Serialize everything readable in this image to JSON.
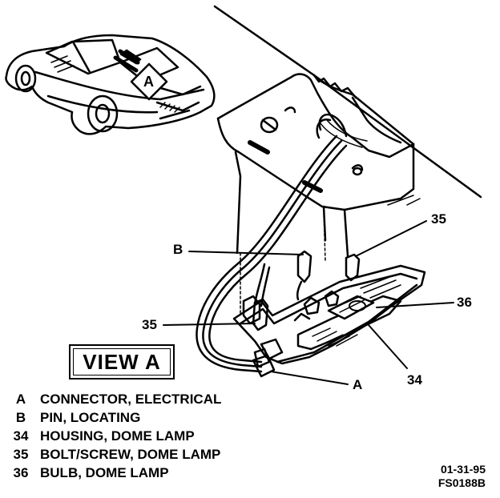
{
  "callouts": {
    "b": "B",
    "bolt_upper": "35",
    "bolt_lower": "35",
    "bulb": "36",
    "connector": "A",
    "housing": "34",
    "view_marker": "A"
  },
  "view_title": "VIEW A",
  "legend": [
    {
      "key": "A",
      "desc": "CONNECTOR, ELECTRICAL"
    },
    {
      "key": "B",
      "desc": "PIN, LOCATING"
    },
    {
      "key": "34",
      "desc": "HOUSING, DOME LAMP"
    },
    {
      "key": "35",
      "desc": "BOLT/SCREW, DOME LAMP"
    },
    {
      "key": "36",
      "desc": "BULB, DOME LAMP"
    }
  ],
  "stamp": {
    "date": "01-31-95",
    "code": "FS0188B"
  }
}
